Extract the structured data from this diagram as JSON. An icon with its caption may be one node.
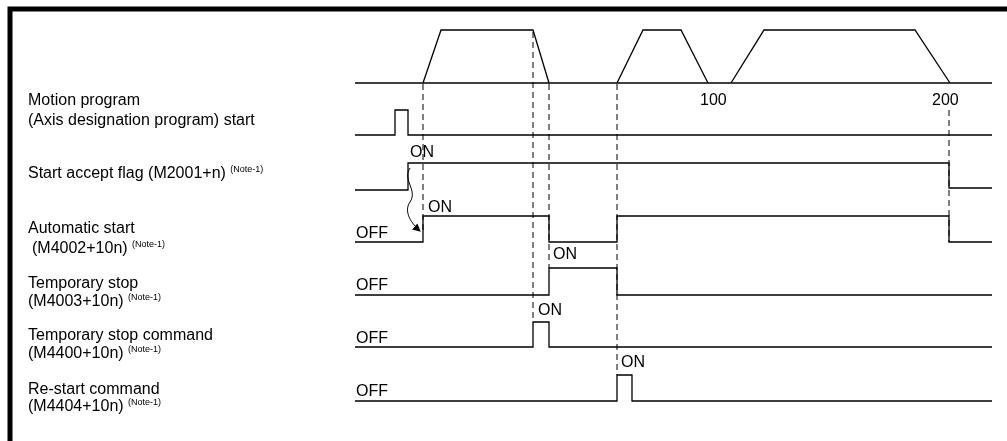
{
  "diagram": {
    "labels": [
      "Motion program",
      "100",
      "200",
      "(Axis designation program) start",
      "ON",
      "Start accept flag (M2001+n) $^{(Note-1)}$",
      "ON",
      "Automatic start",
      "OFF",
      "(M4002+10n) $^{(Note-1)}$",
      "ON",
      "Temporary stop",
      "OFF",
      "(M4003+10n) $^{(Note-1)}$",
      "ON",
      "Temporary stop command",
      "OFF",
      "(M4400+10n) $^{(Note-1)}$",
      "ON",
      "Re-start command",
      "OFF",
      "(M4404+10n) $^{(Note-1)}$"
    ]
  }
}
